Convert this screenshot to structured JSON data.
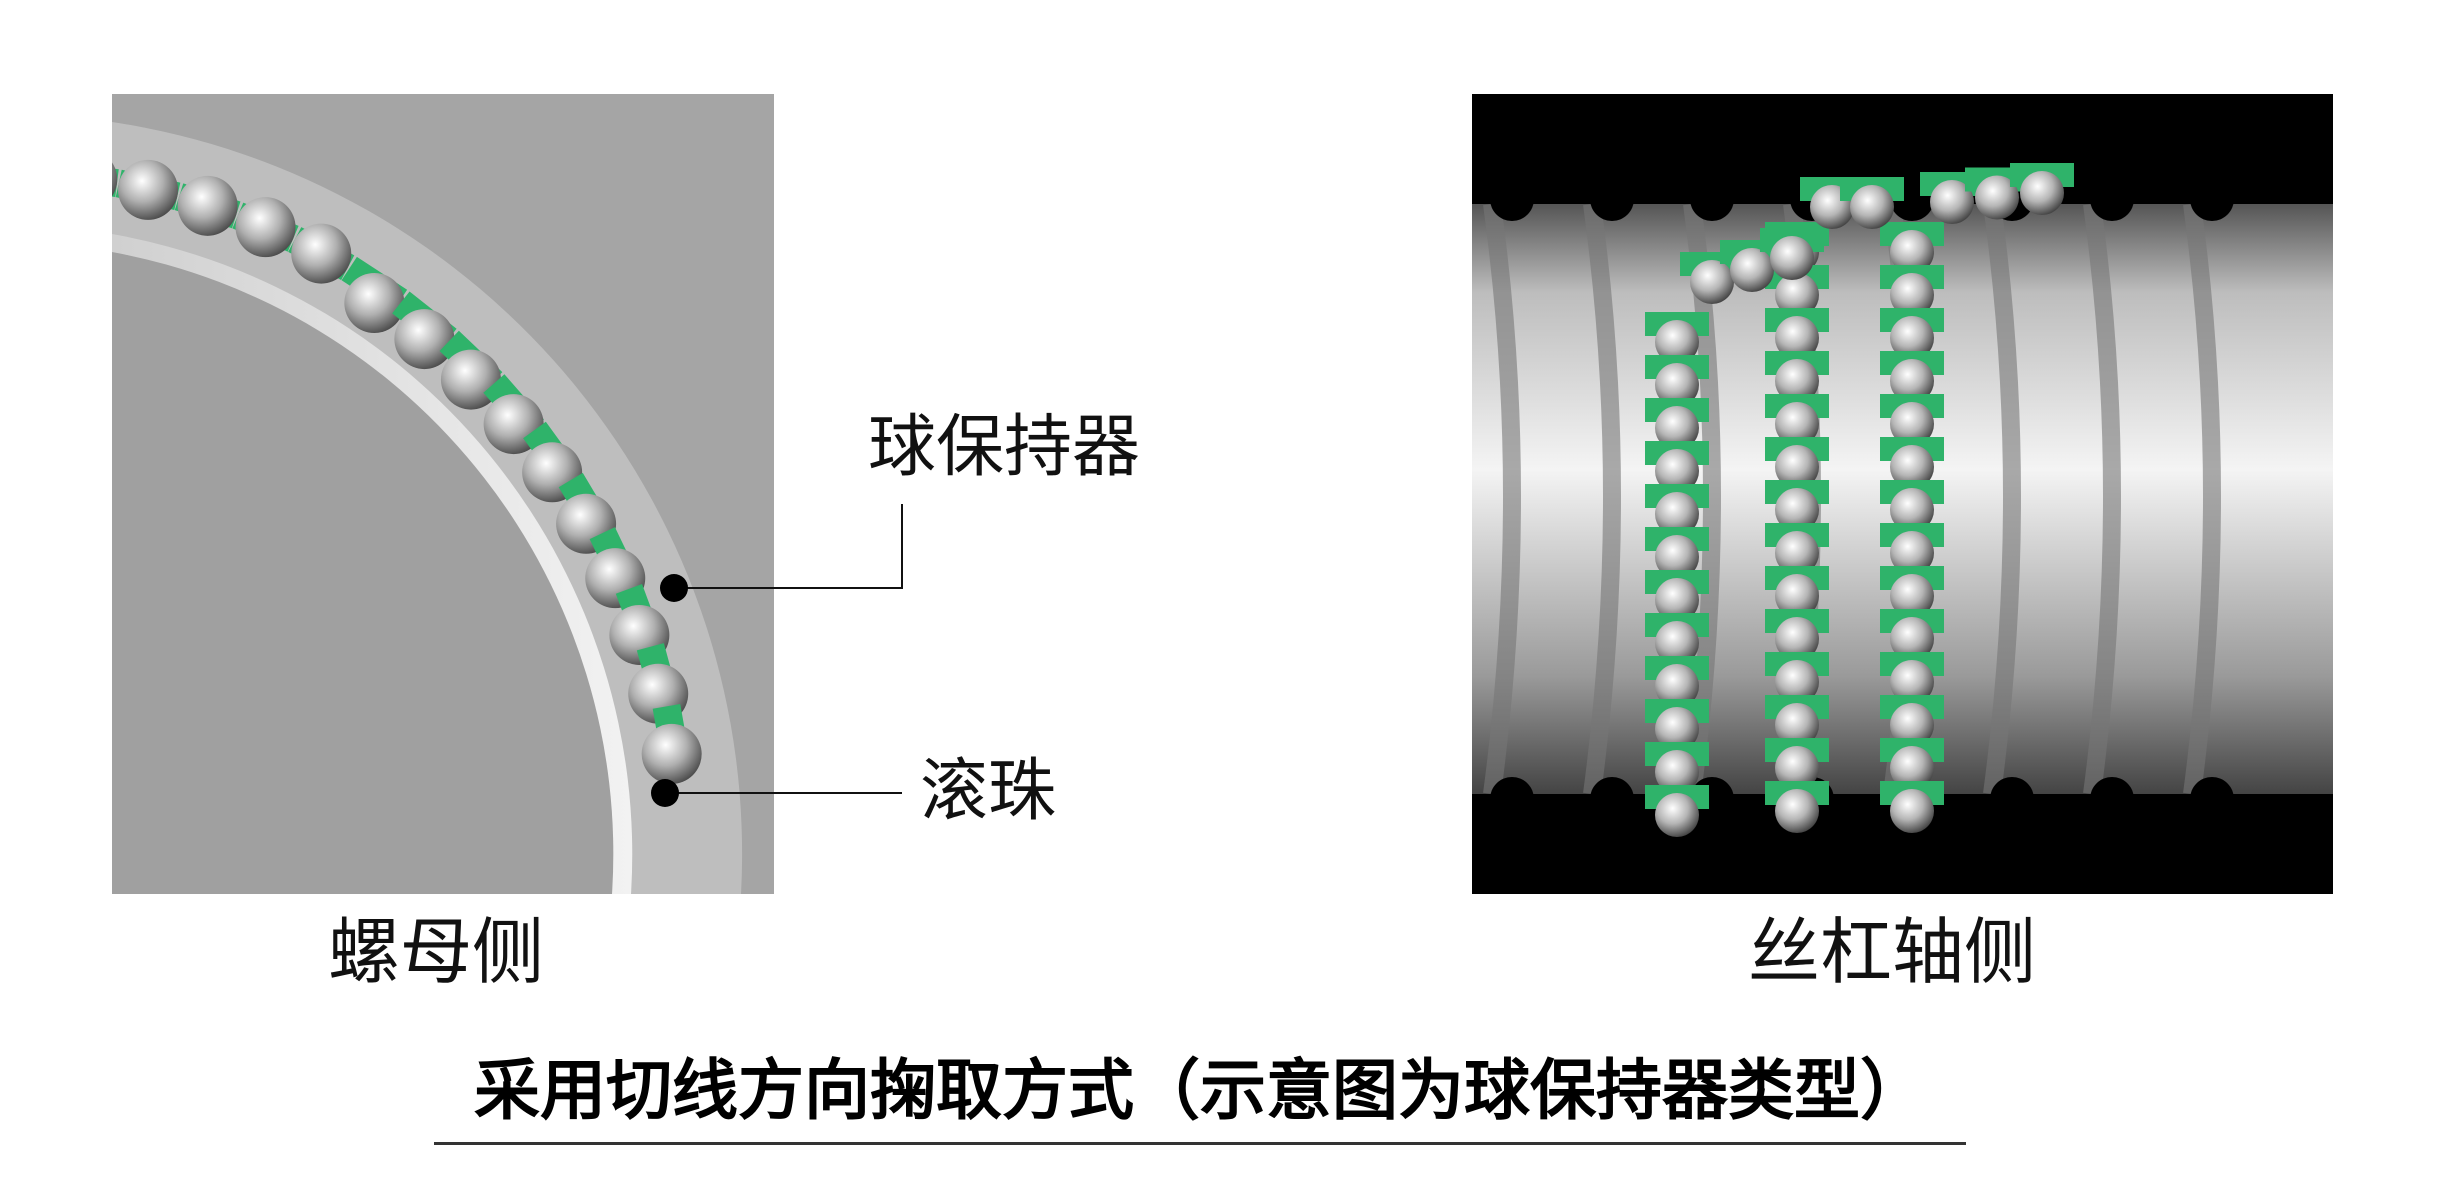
{
  "labels": {
    "ball_retainer": "球保持器",
    "ball": "滚珠",
    "nut_side": "螺母侧",
    "shaft_side": "丝杠轴侧"
  },
  "caption": "采用切线方向掬取方式（示意图为球保持器类型）",
  "colors": {
    "retainer_green": "#2fb36a",
    "ball_silver": "#c8c8c8",
    "nut_gray": "#a3a3a3",
    "background_black": "#000000"
  }
}
